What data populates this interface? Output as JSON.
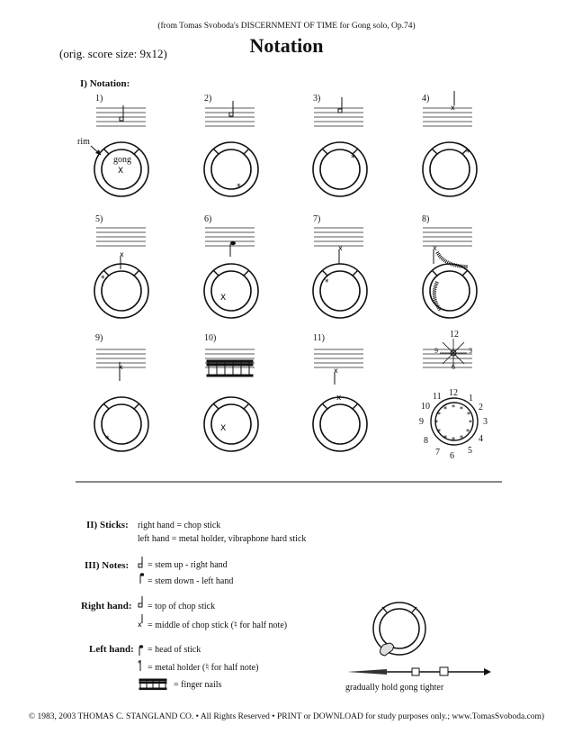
{
  "header": {
    "source": "(from Tomas Svoboda's DISCERNMENT OF TIME for Gong solo, Op.74)",
    "title": "Notation",
    "orig_size": "(orig. score size: 9x12)"
  },
  "section1": {
    "label": "I) Notation:",
    "rim_label": "rim",
    "gong_label": "gong",
    "numbers": [
      "1)",
      "2)",
      "3)",
      "4)",
      "5)",
      "6)",
      "7)",
      "8)",
      "9)",
      "10)",
      "11)"
    ],
    "clock_top": [
      "12",
      "9",
      "3",
      "6"
    ],
    "clock_ring": [
      "12",
      "1",
      "2",
      "3",
      "4",
      "5",
      "6",
      "7",
      "8",
      "9",
      "10",
      "11"
    ]
  },
  "sticks": {
    "label": "II) Sticks:",
    "line1": "right hand = chop stick",
    "line2": "left hand = metal holder, vibraphone hard stick"
  },
  "notes": {
    "label": "III) Notes:",
    "line1": "= stem up - right hand",
    "line2": "= stem down - left hand"
  },
  "right_hand": {
    "label": "Right hand:",
    "line1": "= top of chop stick",
    "line2": "= middle of chop stick (",
    "line2b": "for half note)"
  },
  "left_hand": {
    "label": "Left hand:",
    "line1": "= head of stick",
    "line2": "= metal holder (",
    "line2b": "for half note)",
    "line3": "= finger nails"
  },
  "caption": "gradually hold gong tighter",
  "footer": "© 1983, 2003 THOMAS C. STANGLAND CO.  •  All Rights Reserved  •  PRINT or DOWNLOAD for study purposes only.; www.TomasSvoboda.com)"
}
